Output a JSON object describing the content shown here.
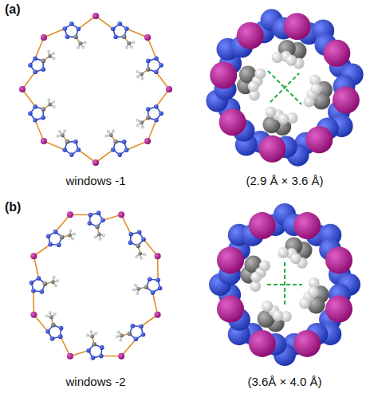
{
  "diagram": {
    "labels": [
      "(a)",
      "windows -1",
      "(2.9 Å × 3.6 Å)",
      "(b)",
      "windows -2",
      "(3.6Å × 4.0 Å)"
    ]
  }
}
